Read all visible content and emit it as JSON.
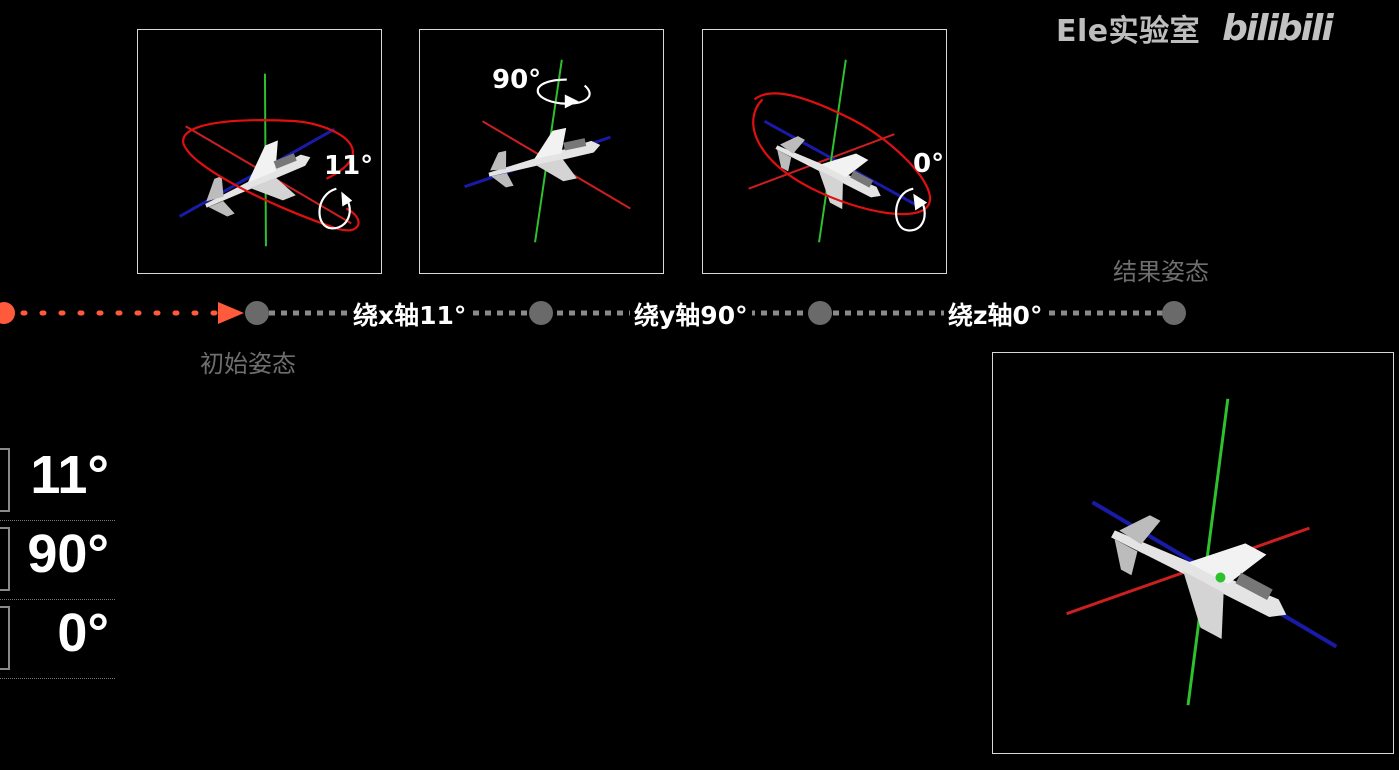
{
  "watermark": {
    "channel": "Ele实验室",
    "logo": "bilibili"
  },
  "timeline": {
    "steps": [
      {
        "label": "绕x轴11°"
      },
      {
        "label": "绕y轴90°"
      },
      {
        "label": "绕z轴0°"
      }
    ],
    "start_label": "初始姿态",
    "end_label": "结果姿态"
  },
  "panels": [
    {
      "rotation_label": "11°"
    },
    {
      "rotation_label": "90°"
    },
    {
      "rotation_label": "0°"
    }
  ],
  "angles": [
    "11°",
    "90°",
    "0°"
  ],
  "colors": {
    "x_axis": "#cc1f1f",
    "y_axis": "#2ec12e",
    "z_axis": "#1a1aa8",
    "highlight": "#e01010",
    "timeline_active": "#ff5a3c",
    "node": "#6a6a6a"
  }
}
